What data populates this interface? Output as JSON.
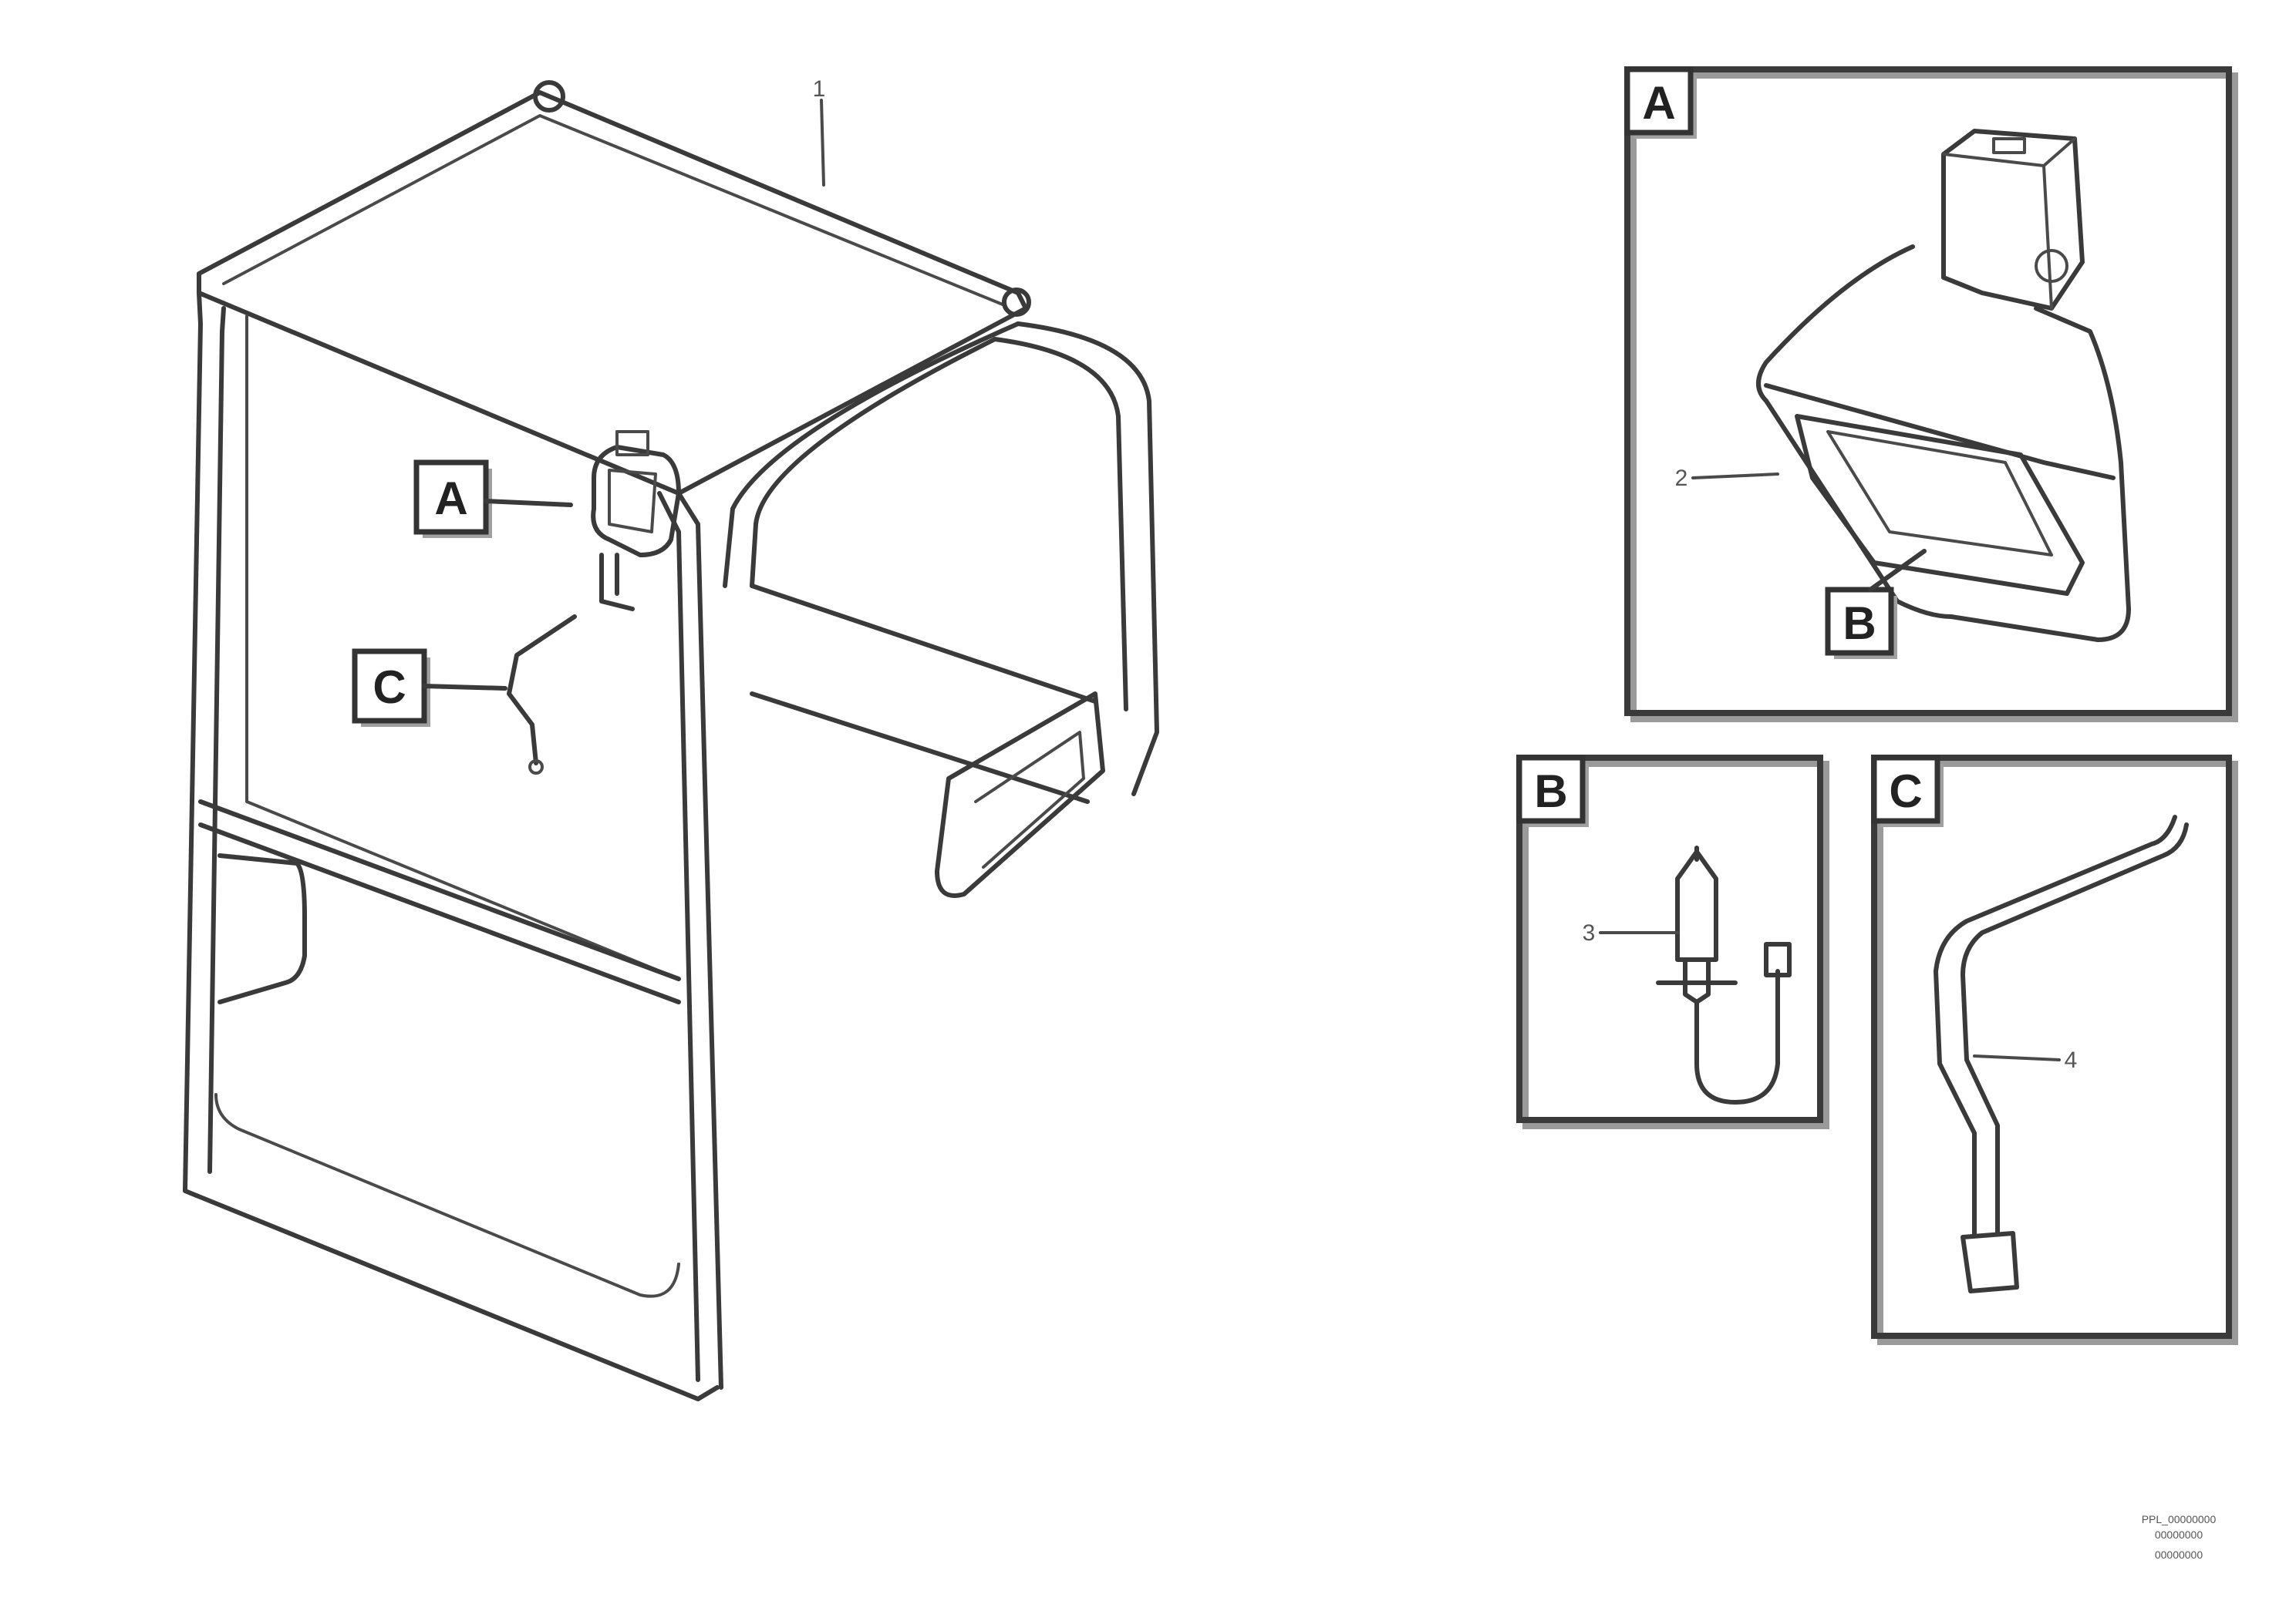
{
  "callouts": {
    "main_a": "A",
    "main_c": "C",
    "detail_a_title": "A",
    "detail_a_ref_b": "B",
    "detail_b_title": "B",
    "detail_c_title": "C"
  },
  "part_numbers": {
    "cab_frame": "1",
    "work_lamp": "2",
    "bulb": "3",
    "cable_harness": "4"
  },
  "footer": {
    "line1": "PPL_00000000",
    "line2": "00000000",
    "line3": "00000000"
  },
  "colors": {
    "line": "#3a3a3a",
    "background": "#ffffff"
  }
}
